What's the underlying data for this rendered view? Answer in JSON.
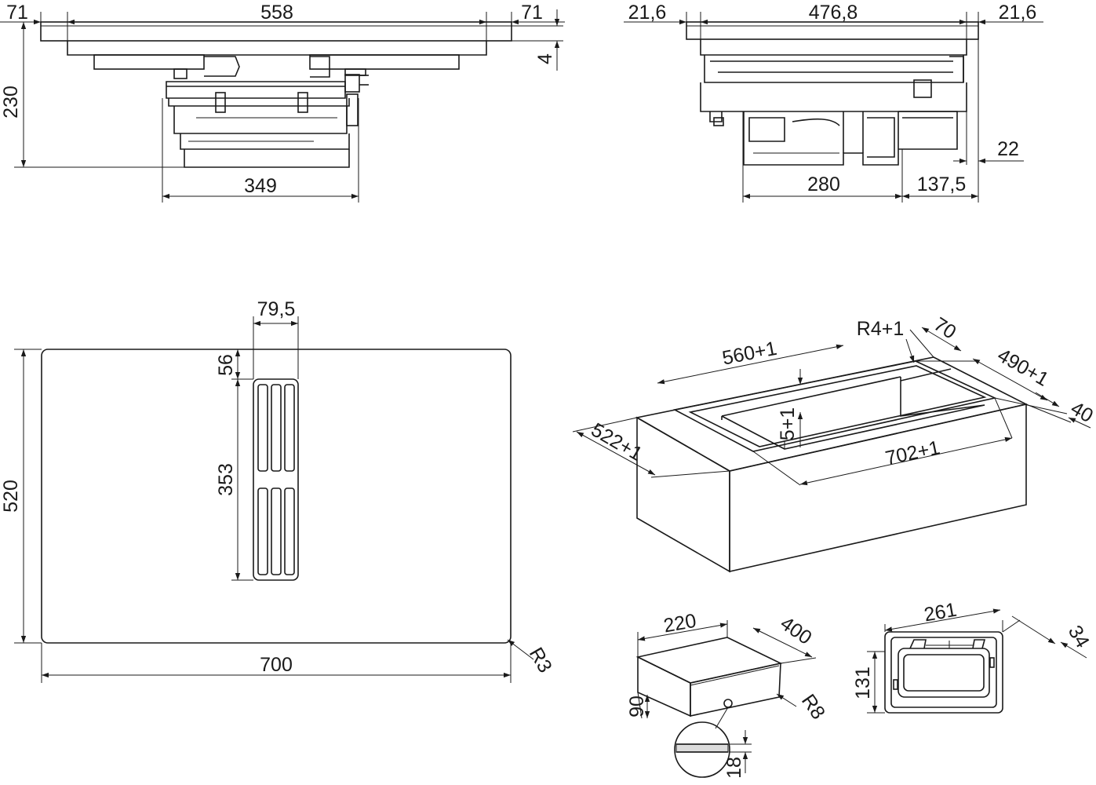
{
  "dimensions": {
    "side_left": "71",
    "side_width": "558",
    "side_right": "71",
    "glass_thickness": "4",
    "side_height": "230",
    "body_width": "349",
    "front_left": "21,6",
    "front_width": "476,8",
    "front_right": "21,6",
    "front_right_gap": "22",
    "front_body": "280",
    "front_offset": "137,5",
    "vent_width": "79,5",
    "vent_offset": "56",
    "vent_length": "353",
    "top_depth": "520",
    "top_width": "700",
    "corner_radius": "R3",
    "cutout_width": "560+1",
    "cutout_radius": "R4+1",
    "cutout_rear": "70",
    "cutout_depth": "490+1",
    "cutout_side": "40",
    "cutout_recess": "5+1",
    "cabinet_depth": "522+1",
    "cabinet_width": "702+1",
    "duct_width": "220",
    "duct_length": "400",
    "duct_height": "90",
    "duct_radius": "R8",
    "seal_thickness": "18",
    "frame_width": "261",
    "frame_depth": "34",
    "frame_height": "131"
  }
}
